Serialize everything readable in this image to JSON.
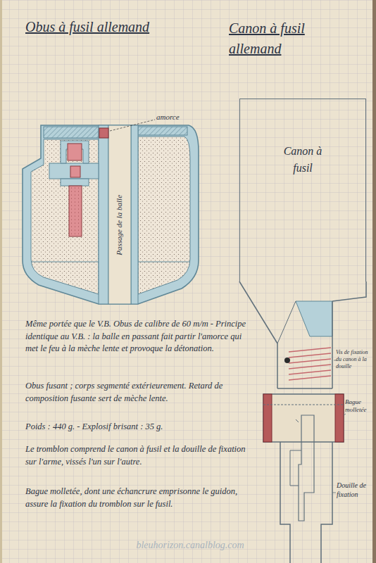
{
  "diagram": {
    "nodes": [
      {
        "text": [
          "Canon à fusil"
        ]
      }
    ],
    "labels": [
      "Obus à fusil allemand",
      "Canon à fusil allemand",
      "amorce",
      "Passage de la balle",
      "Vis de fixation du canon à la douille",
      "Bague molletée",
      "Douille de fixation",
      "Même portée que le V.B. Obus de calibre de 60 m/m - Principe identique au V.B. : la balle en passant fait partir l'amorce qui met le feu à la mèche lente et provoque la détonation.",
      "Obus fusant ; corps segmenté extérieurement. Retard de composition fusante sert de mèche lente.",
      "Poids : 440 g. - Explosif brisant : 35 g.",
      "Le tromblon comprend le canon à fusil et la douille de fixation sur l'arme, vissés l'un sur l'autre.",
      "Bague molletée, dont une échancrure emprisonne le guidon, assure la fixation du tromblon sur le fusil.",
      "bleuhorizon.canalblog.com"
    ]
  }
}
